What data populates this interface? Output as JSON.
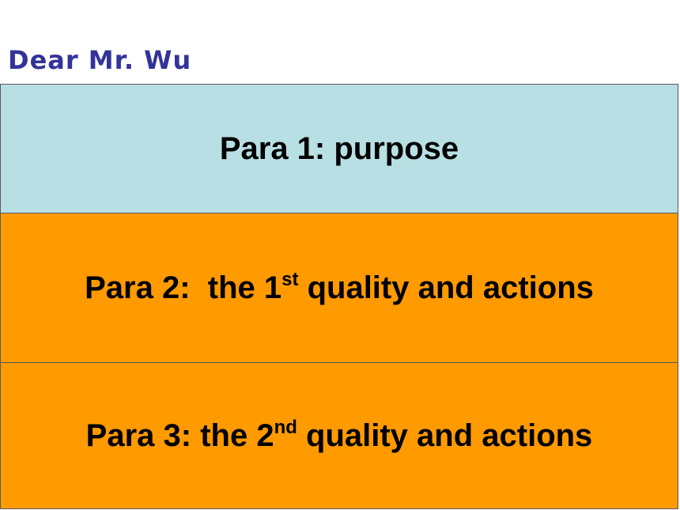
{
  "greeting": "Dear Mr. Wu",
  "paragraphs": [
    {
      "prefix": "Para 1: purpose",
      "number": "",
      "superscript": "",
      "suffix": ""
    },
    {
      "prefix": "Para 2:  the ",
      "number": "1",
      "superscript": "st",
      "suffix": " quality and actions"
    },
    {
      "prefix": "Para 3: the ",
      "number": "2",
      "superscript": "nd",
      "suffix": " quality and actions"
    }
  ],
  "colors": {
    "greeting_text": "#333399",
    "block_1_fill": "#b8dfe3",
    "block_2_fill": "#ff9a00",
    "block_3_fill": "#ff9a00",
    "border": "#5a5a5a"
  }
}
